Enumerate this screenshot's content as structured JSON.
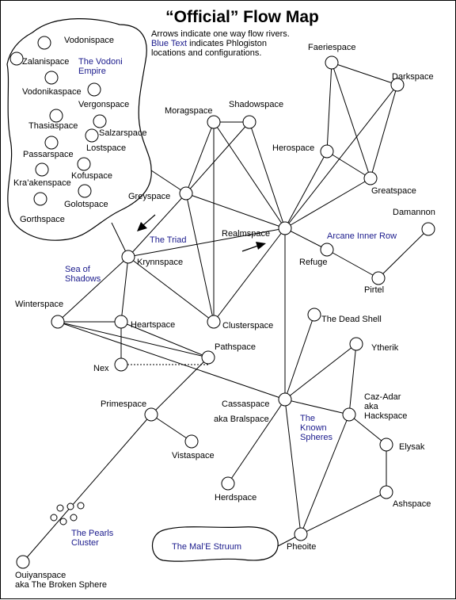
{
  "title": "“Official” Flow Map",
  "legend": {
    "line1": "Arrows indicate one way flow rivers.",
    "line2_blue": "Blue Text",
    "line2_rest": " indicates Phlogiston",
    "line3": "locations and configurations."
  },
  "colors": {
    "blue_text": "#1a1a8c",
    "line": "#000000",
    "background": "#ffffff"
  },
  "regions": {
    "vodoni_empire": [
      "The Vodoni",
      "Empire"
    ],
    "the_triad": "The Triad",
    "sea_of_shadows": [
      "Sea of",
      "Shadows"
    ],
    "arcane_inner_row": "Arcane Inner Row",
    "known_spheres": [
      "The",
      "Known",
      "Spheres"
    ],
    "pearls_cluster": [
      "The Pearls",
      "Cluster"
    ],
    "male_struum": "The Mal’E Struum"
  },
  "spheres": {
    "vodonispace": "Vodonispace",
    "zalanispace": "Zalanispace",
    "vodonikaspace": "Vodonikaspace",
    "vergonspace": "Vergonspace",
    "thasiaspace": "Thasiaspace",
    "salzarspace": "Salzarspace",
    "lostspace": "Lostspace",
    "passarspace": "Passarspace",
    "kofuspace": "Kofuspace",
    "kraakenspace": "Kra’akenspace",
    "golotspace": "Golotspace",
    "gorthspace": "Gorthspace",
    "moragspace": "Moragspace",
    "shadowspace": "Shadowspace",
    "faeriespace": "Faeriespace",
    "darkspace": "Darkspace",
    "herospace": "Herospace",
    "greatspace": "Greatspace",
    "greyspace": "Greyspace",
    "realmspace": "Realmspace",
    "krynnspace": "Krynnspace",
    "damannon": "Damannon",
    "refuge": "Refuge",
    "pirtel": "Pirtel",
    "winterspace": "Winterspace",
    "heartspace": "Heartspace",
    "clusterspace": "Clusterspace",
    "the_dead_shell": "The Dead Shell",
    "pathspace": "Pathspace",
    "nex": "Nex",
    "ytherik": "Ytherik",
    "primespace": "Primespace",
    "cassaspace": "Cassaspace",
    "cassaspace_aka": "aka Bralspace",
    "caz_adar": [
      "Caz-Adar",
      "aka",
      "Hackspace"
    ],
    "elysak": "Elysak",
    "vistaspace": "Vistaspace",
    "herdspace": "Herdspace",
    "ashspace": "Ashspace",
    "pheoite": "Pheoite",
    "ouiyanspace": "Ouiyanspace",
    "ouiyanspace_aka": "aka The Broken Sphere"
  }
}
